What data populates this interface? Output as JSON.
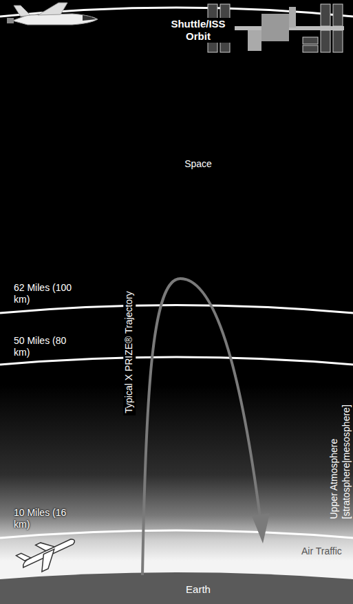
{
  "diagram": {
    "labels": [
      "Shuttle/ISS Orbit",
      "Space",
      "62 Miles (100 km)",
      "50 Miles (80 km)",
      "Typical X PRIZE® Trajectory",
      "Upper Atmosphere [stratosphere|mesosphere]",
      "10 Miles (16 km)",
      "Air Traffic",
      "Earth"
    ]
  }
}
